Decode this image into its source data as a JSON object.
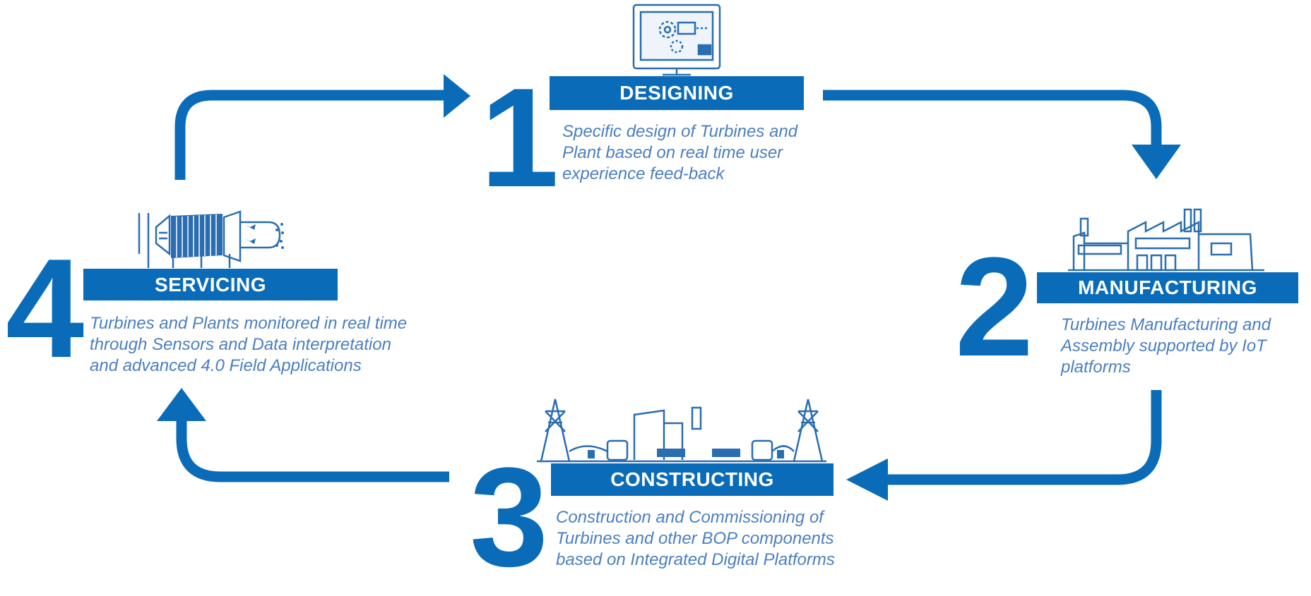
{
  "stages": [
    {
      "number": "1",
      "title": "DESIGNING",
      "description": "Specific design of Turbines and Plant based on real time user experience feed-back",
      "icon": "computer-design-icon"
    },
    {
      "number": "2",
      "title": "MANUFACTURING",
      "description": "Turbines  Manufacturing and Assembly supported by IoT platforms",
      "icon": "factory-icon"
    },
    {
      "number": "3",
      "title": "CONSTRUCTING",
      "description": "Construction and Commissioning of Turbines and other BOP components based on Integrated Digital Platforms",
      "icon": "power-plant-icon"
    },
    {
      "number": "4",
      "title": "SERVICING",
      "description": "Turbines and Plants monitored in real time through Sensors and Data interpretation and advanced 4.0 Field Applications",
      "icon": "turbine-icon"
    }
  ],
  "colors": {
    "accent": "#0a6cb9",
    "text": "#4a7fc1",
    "icon": "#2a6db0"
  }
}
